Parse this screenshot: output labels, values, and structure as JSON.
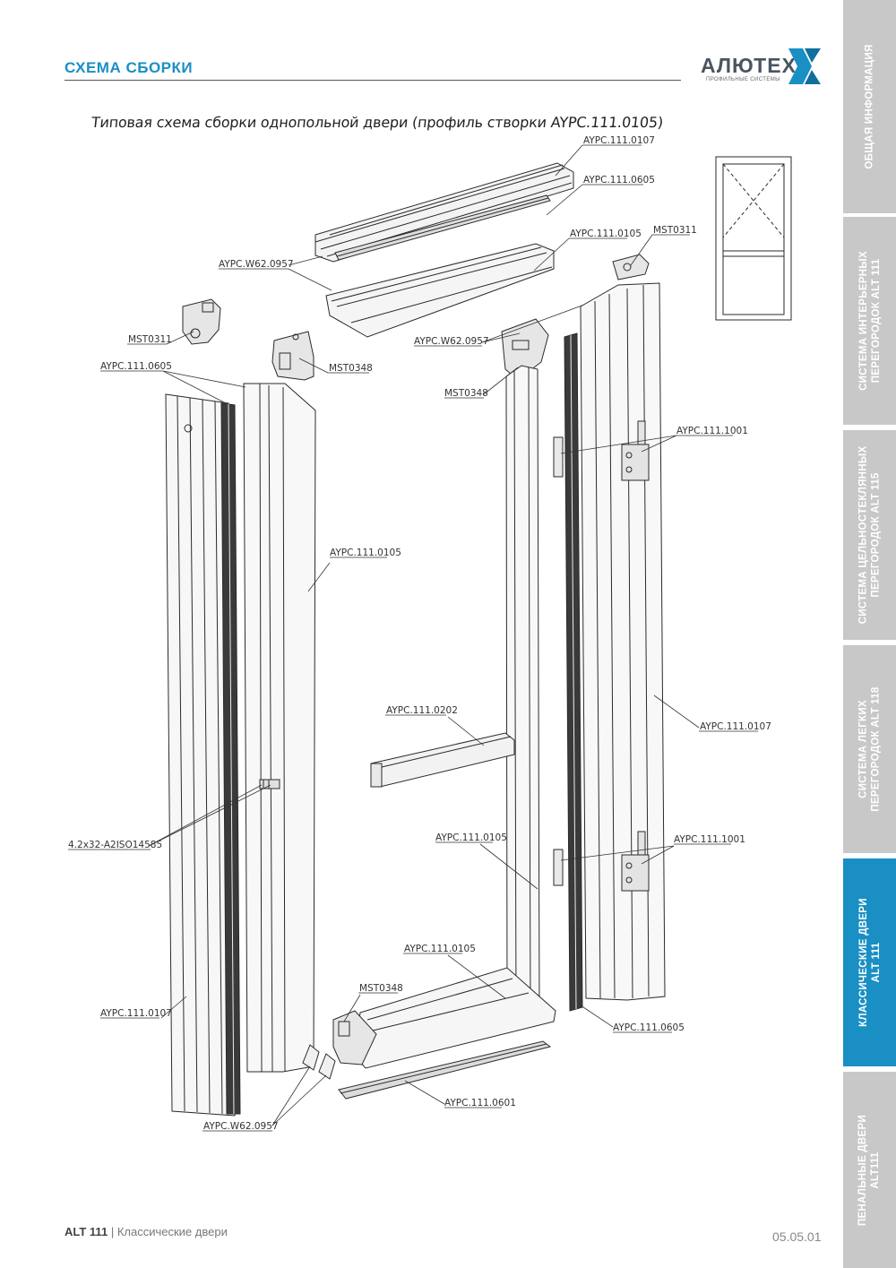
{
  "header": {
    "title": "СХЕМА СБОРКИ"
  },
  "logo": {
    "name": "АЛЮТЕХ",
    "subtitle": "ПРОФИЛЬНЫЕ СИСТЕМЫ",
    "mark_colors": [
      "#1a8fc4",
      "#0f6f9e"
    ]
  },
  "diagram": {
    "title": "Типовая схема сборки однопольной двери (профиль створки AYPC.111.0105)",
    "labels": [
      "AYPC.111.0107",
      "AYPC.111.0605",
      "AYPC.111.0105",
      "MST0311",
      "AYPC.W62.0957",
      "MST0311",
      "AYPC.W62.0957",
      "AYPC.111.0605",
      "MST0348",
      "MST0348",
      "AYPC.111.1001",
      "AYPC.111.0105",
      "AYPC.111.0202",
      "AYPC.111.0107",
      "4.2x32-A2ISO14585",
      "AYPC.111.0105",
      "AYPC.111.1001",
      "AYPC.111.0105",
      "MST0348",
      "AYPC.111.0107",
      "AYPC.111.0605",
      "AYPC.111.0601",
      "AYPC.W62.0957"
    ]
  },
  "side_nav": {
    "tabs": [
      {
        "lines": [
          "ОБЩАЯ  ИНФОРМАЦИЯ"
        ],
        "active": false
      },
      {
        "lines": [
          "СИСТЕМА ИНТЕРЬЕРНЫХ",
          "ПЕРЕГОРОДОК ALT 111"
        ],
        "active": false
      },
      {
        "lines": [
          "СИСТЕМА ЦЕЛЬНОСТЕКЛЯННЫХ",
          "ПЕРЕГОРОДОК ALT 115"
        ],
        "active": false
      },
      {
        "lines": [
          "СИСТЕМА ЛЕГКИХ",
          "ПЕРЕГОРОДОК ALT 118"
        ],
        "active": false
      },
      {
        "lines": [
          "КЛАССИЧЕСКИЕ ДВЕРИ",
          "ALT 111"
        ],
        "active": true
      },
      {
        "lines": [
          "ПЕНАЛЬНЫЕ ДВЕРИ",
          "ALT111"
        ],
        "active": false
      }
    ],
    "colors": {
      "inactive": "#c8c8c8",
      "active": "#1a8fc4"
    }
  },
  "footer": {
    "series": "ALT 111",
    "separator": "|",
    "section": "Классические двери",
    "page": "05.05.01"
  }
}
